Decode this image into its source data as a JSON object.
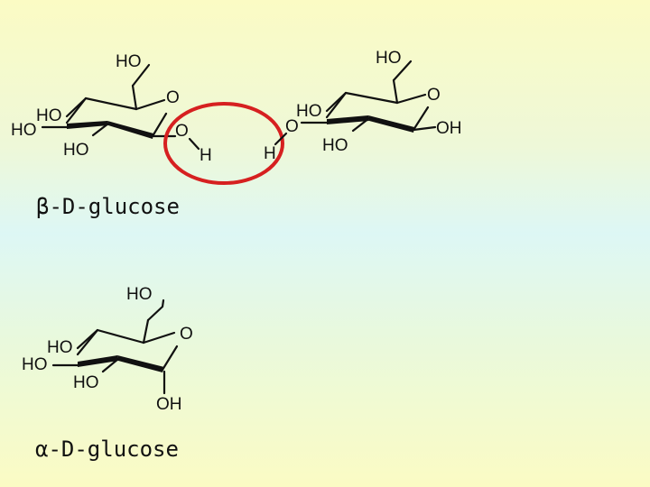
{
  "captions": {
    "beta": "β-D-glucose",
    "alpha": "α-D-glucose"
  },
  "atoms": {
    "ho": "HO",
    "o": "O",
    "oh": "OH",
    "h": "H"
  },
  "colors": {
    "highlight_ring": "#d62020",
    "ink": "#111111"
  }
}
